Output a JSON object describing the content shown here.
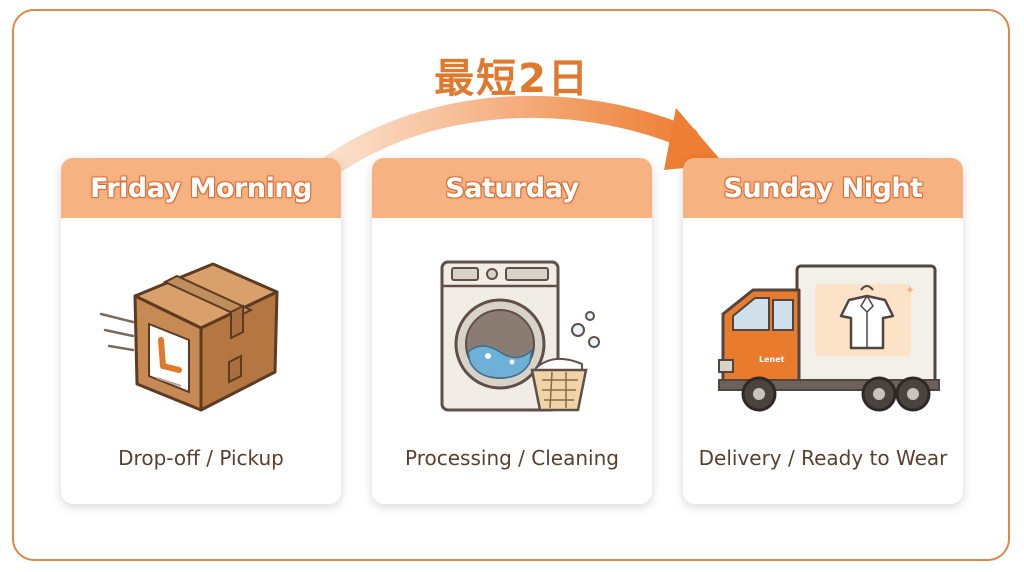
{
  "badge": "最短2日",
  "steps": [
    {
      "header": "Friday Morning",
      "caption": "Drop-off / Pickup",
      "icon": "box-icon"
    },
    {
      "header": "Saturday",
      "caption": "Processing / Cleaning",
      "icon": "washing-machine-icon"
    },
    {
      "header": "Sunday Night",
      "caption": "Delivery / Ready to Wear",
      "icon": "delivery-truck-icon"
    }
  ],
  "truck_logo_text": "Lenet",
  "colors": {
    "accent": "#e0782e",
    "header": "#f6b381",
    "frame": "#e0874a",
    "text": "#5a3e2e"
  }
}
